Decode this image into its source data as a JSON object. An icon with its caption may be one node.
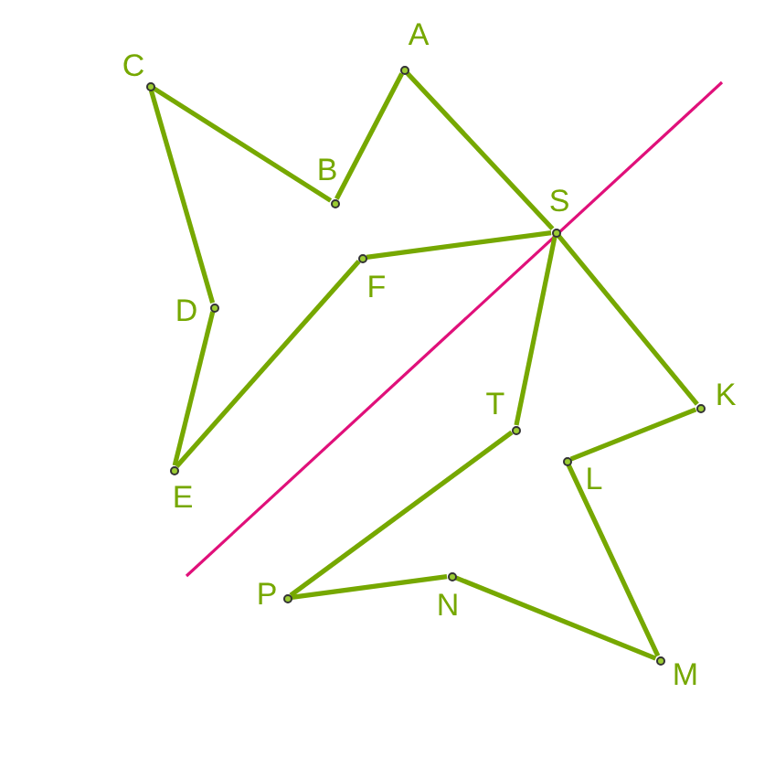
{
  "diagram": {
    "nodes": [
      {
        "text": [],
        "shape": "circle",
        "beside": [
          "C"
        ]
      },
      {
        "text": [],
        "shape": "circle",
        "beside": [
          "A"
        ]
      },
      {
        "text": [],
        "shape": "circle",
        "beside": [
          "B"
        ]
      },
      {
        "text": [],
        "shape": "circle",
        "beside": [
          "S"
        ]
      },
      {
        "text": [],
        "shape": "circle",
        "beside": [
          "F"
        ]
      },
      {
        "text": [],
        "shape": "circle",
        "beside": [
          "D"
        ]
      },
      {
        "text": [],
        "shape": "circle",
        "beside": [
          "K"
        ]
      },
      {
        "text": [],
        "shape": "circle",
        "beside": [
          "T"
        ]
      },
      {
        "text": [],
        "shape": "circle",
        "beside": [
          "E"
        ]
      },
      {
        "text": [],
        "shape": "circle",
        "beside": [
          "L"
        ]
      },
      {
        "text": [],
        "shape": "circle",
        "beside": [
          "P"
        ]
      },
      {
        "text": [],
        "shape": "circle",
        "beside": [
          "N"
        ]
      },
      {
        "text": [],
        "shape": "circle",
        "beside": [
          "M"
        ]
      }
    ],
    "edges": [
      {
        "from": 1,
        "to": 2,
        "arrow": "none"
      },
      {
        "from": 2,
        "to": 0,
        "arrow": "none"
      },
      {
        "from": 0,
        "to": 5,
        "arrow": "none"
      },
      {
        "from": 5,
        "to": 8,
        "arrow": "none"
      },
      {
        "from": 8,
        "to": 4,
        "arrow": "none"
      },
      {
        "from": 4,
        "to": 3,
        "arrow": "none"
      },
      {
        "from": 3,
        "to": 7,
        "arrow": "none"
      },
      {
        "from": 7,
        "to": 10,
        "arrow": "none"
      },
      {
        "from": 10,
        "to": 11,
        "arrow": "none"
      },
      {
        "from": 11,
        "to": 12,
        "arrow": "none"
      },
      {
        "from": 12,
        "to": 9,
        "arrow": "none"
      },
      {
        "from": 9,
        "to": 6,
        "arrow": "none"
      },
      {
        "from": 6,
        "to": 3,
        "arrow": "none"
      },
      {
        "from": 3,
        "to": 1,
        "arrow": "none"
      }
    ]
  }
}
